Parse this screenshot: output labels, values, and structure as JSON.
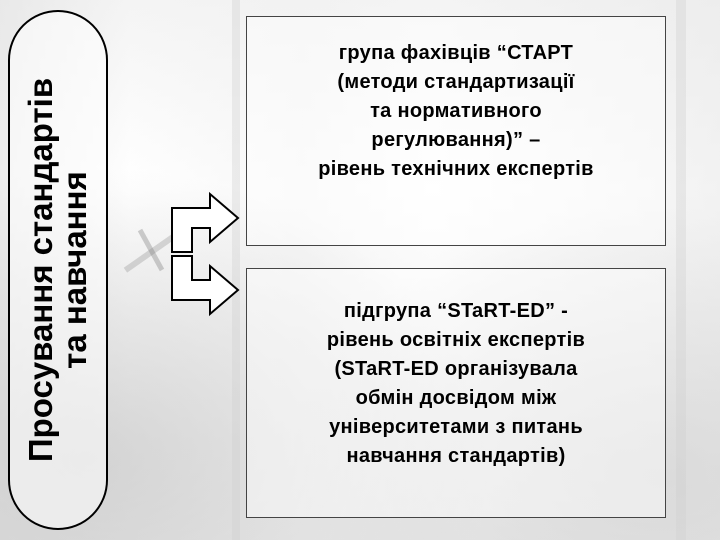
{
  "side_panel": {
    "lines": [
      "Просування стандартів",
      "та навчання"
    ]
  },
  "boxes": {
    "top": {
      "lines": [
        "група фахівців “СТАРТ",
        "(методи стандартизації",
        "та нормативного",
        "регулювання)” –",
        "рівень технічних експертів"
      ]
    },
    "bottom": {
      "lines": [
        "підгрупа  “STaRT-ED” -",
        "рівень освітніх експертів",
        "(STaRT-ED організувала",
        "обмін досвідом між",
        "університетами з питань",
        "навчання стандартів)"
      ]
    }
  },
  "colors": {
    "border": "#000000",
    "text": "#000000",
    "arrow_fill": "#ffffff"
  },
  "icons": {
    "arrow_up": "split-arrow-up-icon",
    "arrow_down": "split-arrow-down-icon"
  }
}
